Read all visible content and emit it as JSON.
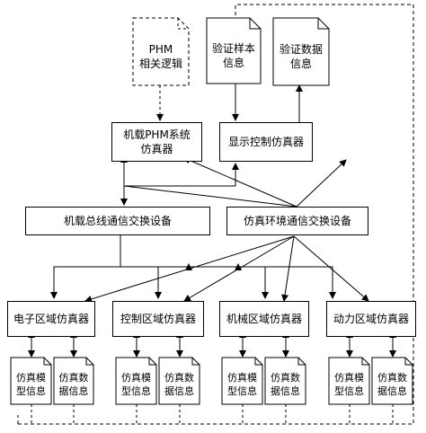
{
  "phm_logic": {
    "label": "PHM\n相关逻辑"
  },
  "validation_sample": {
    "label": "验证样本\n信息"
  },
  "validation_data": {
    "label": "验证数据\n信息"
  },
  "airborne_phm_sim": {
    "label": "机载PHM系统\n仿真器"
  },
  "display_control_sim": {
    "label": "显示控制仿真器"
  },
  "airborne_bus_switch": {
    "label": "机载总线通信交换设备"
  },
  "sim_env_switch": {
    "label": "仿真环境通信交换设备"
  },
  "region_simulators": [
    {
      "label": "电子区域仿真器"
    },
    {
      "label": "控制区域仿真器"
    },
    {
      "label": "机械区域仿真器"
    },
    {
      "label": "动力区域仿真器"
    }
  ],
  "model_info": {
    "label": "仿真模\n型信息"
  },
  "data_info": {
    "label": "仿真数\n据信息"
  }
}
